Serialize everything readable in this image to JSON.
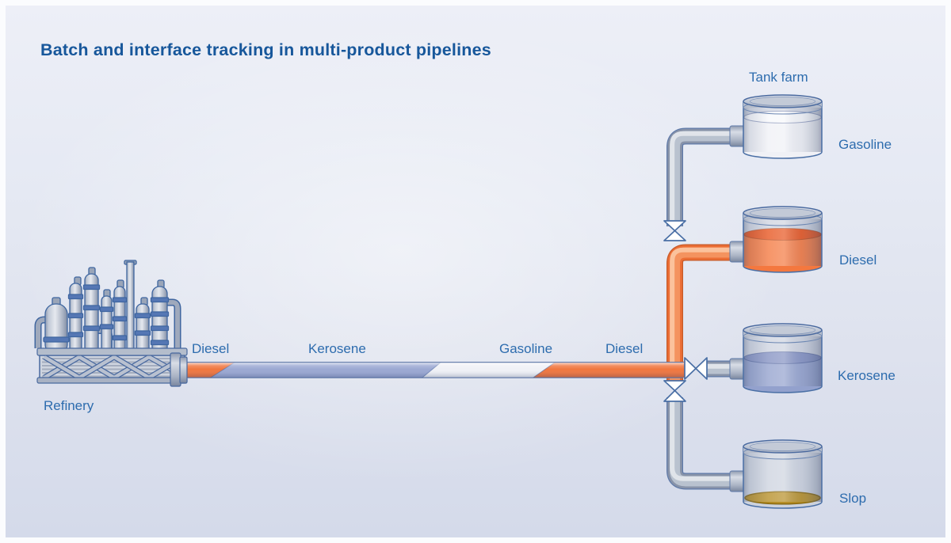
{
  "title": "Batch and interface tracking in multi-product pipelines",
  "labels": {
    "refinery": "Refinery",
    "tank_farm": "Tank farm"
  },
  "pipeline": {
    "from": "Refinery",
    "to": "Tank farm",
    "batches": [
      {
        "label": "Diesel",
        "color": "#f0763f"
      },
      {
        "label": "Kerosene",
        "color": "#9ba8d2"
      },
      {
        "label": "Gasoline",
        "color": "#f0f1f6"
      },
      {
        "label": "Diesel",
        "color": "#f0763f"
      }
    ]
  },
  "tanks": [
    {
      "label": "Gasoline",
      "liquid_color": "#f0f1f6",
      "surface_color": "#f7f8fb",
      "fill_level": "high"
    },
    {
      "label": "Diesel",
      "liquid_color": "#f4783f",
      "surface_color": "#e7531d",
      "fill_level": "medium"
    },
    {
      "label": "Kerosene",
      "liquid_color": "#93a1cd",
      "surface_color": "#8491c2",
      "fill_level": "medium"
    },
    {
      "label": "Slop",
      "liquid_color": "#b68e26",
      "surface_color": "#b68e26",
      "fill_level": "low"
    }
  ],
  "valves": [
    "gasoline-branch-valve",
    "kerosene-branch-valve",
    "slop-branch-valve"
  ],
  "colors": {
    "title_text": "#17579b",
    "label_text": "#2d6cae",
    "diesel": "#f0763f",
    "kerosene": "#9ba8d2",
    "gasoline": "#f0f1f6",
    "slop_oil": "#b68e26",
    "pipe_gray": "#98a3b6"
  }
}
